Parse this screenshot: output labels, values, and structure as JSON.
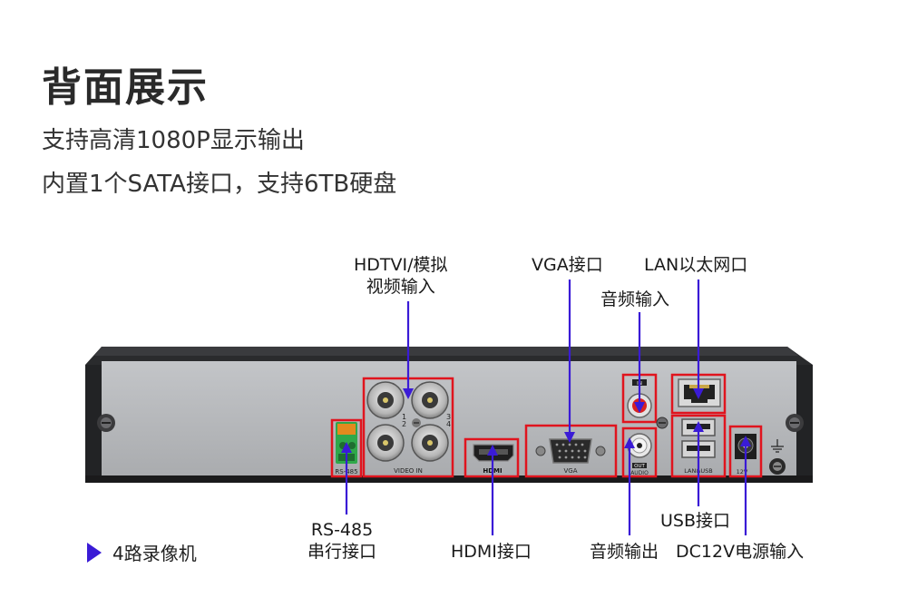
{
  "heading": "背面展示",
  "subtitles": [
    "支持高清1080P显示输出",
    "内置1个SATA接口，支持6TB硬盘"
  ],
  "callouts": {
    "hdtvi_line1": "HDTVI/模拟",
    "hdtvi_line2": "视频输入",
    "vga": "VGA接口",
    "lan": "LAN以太网口",
    "audio_in": "音频输入",
    "rs485_line1": "RS-485",
    "rs485_line2": "串行接口",
    "hdmi": "HDMI接口",
    "audio_out": "音频输出",
    "usb": "USB接口",
    "dc12v": "DC12V电源输入"
  },
  "panel_labels": {
    "rs485": "RS-485",
    "video_in": "VIDEO IN",
    "hdmi": "HDMI",
    "vga": "VGA",
    "audio": "AUDIO",
    "out": "OUT",
    "in": "IN",
    "lan_usb": "LAN&USB",
    "power": "12V",
    "ch1": "1",
    "ch2": "2",
    "ch3": "3",
    "ch4": "4"
  },
  "footer": "4路录像机",
  "colors": {
    "accent": "#3a1bd6",
    "highlight": "#e0141e",
    "panel": "#b7b9bc",
    "chassis": "#262729"
  }
}
